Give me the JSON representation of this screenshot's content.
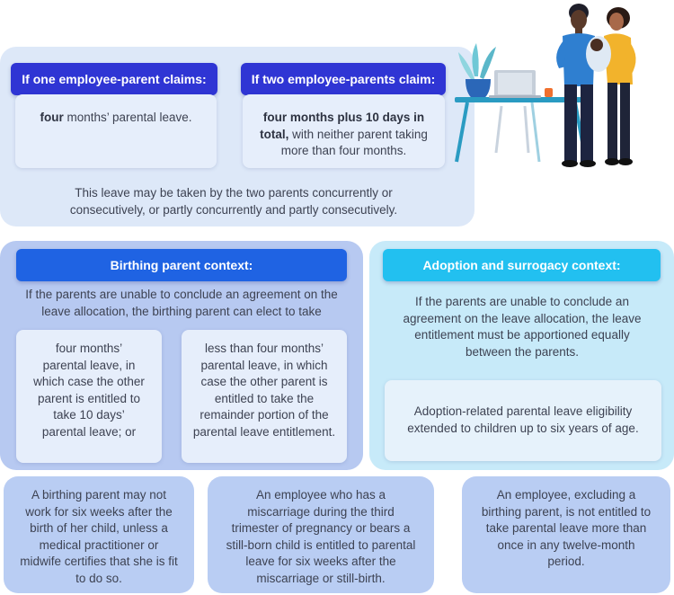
{
  "top": {
    "left_header": "If one employee-parent claims:",
    "left_bold": "four",
    "left_rest": " months’ parental leave.",
    "right_header": "If two employee-parents claim:",
    "right_bold": "four months plus 10 days in total,",
    "right_rest": " with neither parent taking more than four months.",
    "footer": "This leave may be taken by the two parents concurrently or consecutively, or partly concurrently and partly consecutively."
  },
  "birthing": {
    "header": "Birthing parent context:",
    "intro": "If the parents are unable to conclude an agreement on the leave allocation, the birthing parent can elect to take",
    "option_1": "four months’ parental leave, in which case the other parent is entitled to take 10 days’ parental leave; or",
    "option_2": "less than four months’ parental leave, in which case the other parent is entitled to take the remainder portion of the parental leave entitlement."
  },
  "adoption": {
    "header": "Adoption and surrogacy context:",
    "intro": "If the parents are unable to conclude an agreement on the leave allocation, the leave entitlement must be apportioned equally between the parents.",
    "note": "Adoption-related parental leave eligibility extended to children up to six years of age."
  },
  "bottom": {
    "card_1": "A birthing parent may not work for six weeks after the birth of her child, unless a medical practitioner or midwife certifies that she is fit to do so.",
    "card_2": "An employee who has a miscarriage during the third trimester of pregnancy or bears a still-born child is entitled to parental leave for six weeks after the miscarriage or still-birth.",
    "card_3": "An employee, excluding a birthing parent, is not entitled to take parental leave more than once in any twelve-month period."
  },
  "colors": {
    "header_dark_blue": "#2f35d4",
    "header_blue": "#1f63e3",
    "header_cyan": "#22c0f0",
    "panel_light": "#dde8f8",
    "panel_periwinkle": "#b7c9f1",
    "panel_aqua": "#c7eaf9"
  },
  "illustration": {
    "name": "parents-with-baby-illustration"
  }
}
